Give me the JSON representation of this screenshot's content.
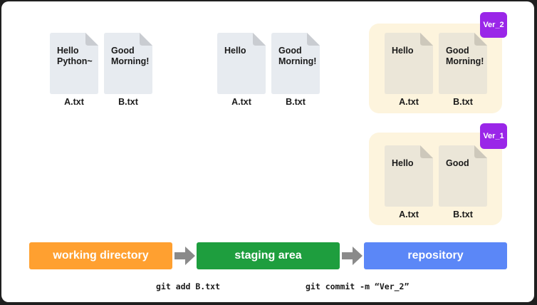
{
  "working_directory": {
    "files": [
      {
        "content": "Hello\nPython~",
        "name": "A.txt"
      },
      {
        "content": "Good\nMorning!",
        "name": "B.txt"
      }
    ]
  },
  "staging_area": {
    "files": [
      {
        "content": "Hello",
        "name": "A.txt"
      },
      {
        "content": "Good\nMorning!",
        "name": "B.txt"
      }
    ]
  },
  "repository": {
    "ver2": {
      "badge": "Ver_2",
      "files": [
        {
          "content": "Hello",
          "name": "A.txt"
        },
        {
          "content": "Good\nMorning!",
          "name": "B.txt"
        }
      ]
    },
    "ver1": {
      "badge": "Ver_1",
      "files": [
        {
          "content": "Hello",
          "name": "A.txt"
        },
        {
          "content": "Good",
          "name": "B.txt"
        }
      ]
    }
  },
  "stages": {
    "working_directory": "working directory",
    "staging_area": "staging area",
    "repository": "repository"
  },
  "commands": {
    "add": "git add B.txt",
    "commit": "git commit -m “Ver_2”"
  },
  "colors": {
    "working_directory": "#ffa030",
    "staging_area": "#1e9e3e",
    "repository": "#5b87f7",
    "badge": "#9a26e8",
    "repo_background": "#fdf4dd",
    "doc_plain": "#e7ebf0",
    "doc_repo": "#ebe6d8"
  }
}
